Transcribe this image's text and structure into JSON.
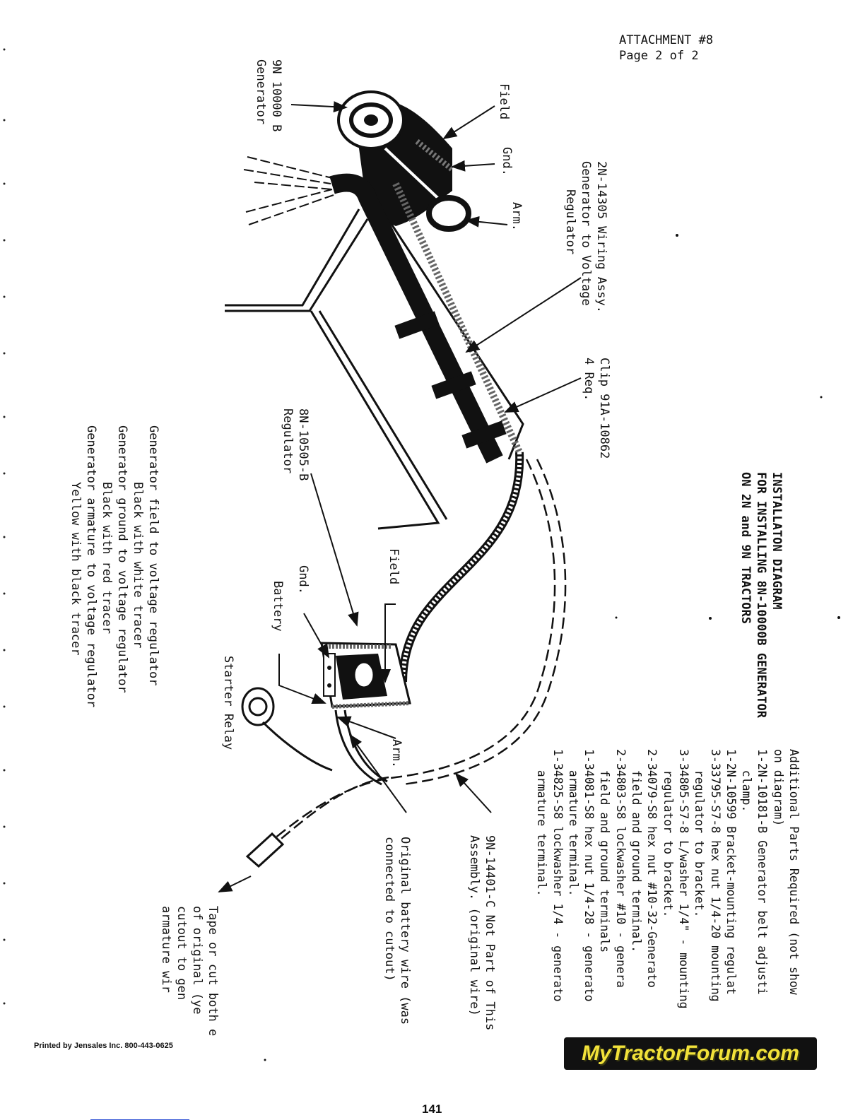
{
  "header": {
    "attachment": "ATTACHMENT #8",
    "page_of": "Page 2 of 2"
  },
  "title": {
    "line1": "INSTALLATON DIAGRAM",
    "line2": "FOR INSTALLING 8N-10000B GENERATOR",
    "line3": "ON 2N and 9N TRACTORS"
  },
  "labels": {
    "generator_line1": "9N 10000 B",
    "generator_line2": "Generator",
    "field_top": "Field",
    "gnd_top": "Gnd.",
    "arm_top": "Arm.",
    "wiring_line1": "2N-14305 Wiring Assy.",
    "wiring_line2": "Generator to Voltage",
    "wiring_line3": "Regulator",
    "clip_line1": "Clip 91A-10862",
    "clip_line2": "4 Req.",
    "regulator_line1": "8N-10505-B",
    "regulator_line2": "Regulator",
    "field_reg": "Field",
    "gnd_reg": "Gnd.",
    "battery_reg": "Battery",
    "arm_reg": "Arm.",
    "starter_relay": "Starter Relay",
    "not_part_line1": "9N-14401-C Not Part of This",
    "not_part_line2": "Assembly. (original wire)",
    "original_line1": "Original battery wire (was",
    "original_line2": "connected to cutout)",
    "tape_line1": "Tape or cut both e",
    "tape_line2": "of original (ye",
    "tape_line3": "cutout to gen",
    "tape_line4": "armature wir"
  },
  "color_legend": {
    "line1": "Generator field to voltage regulator",
    "line2": "Black with white tracer",
    "line3": "Generator ground to voltage regulator",
    "line4": "Black with red tracer",
    "line5": "Generator armature to voltage regulator",
    "line6": "Yellow with black tracer"
  },
  "parts_list": {
    "line1": "Additional Parts Required (not show",
    "line2": "on diagram)",
    "line3": "1-2N-10181-B Generator belt adjusti",
    "line4": "   clamp.",
    "line5": "1-2N-10599 Bracket-mounting regulat",
    "line6": "3-33795-S7-8 hex nut 1/4-20 mounting",
    "line7": "   regulator to bracket.",
    "line8": "3-34805-S7-8 L/washer 1/4\" - mounting",
    "line9": "   regulator to bracket.",
    "line10": "2-34079-S8 hex nut #10-32-Generato",
    "line11": "   field and ground terminal.",
    "line12": "2-34803-S8 lockwasher #10 - genera",
    "line13": "   field and ground terminals",
    "line14": "1-34081-S8 hex nut 1/4-28 - generato",
    "line15": "   armature terminal.",
    "line16": "1-34825-S8 lockwasher 1/4 - generato",
    "line17": "   armature terminal."
  },
  "footer": {
    "printed_by": "Printed by Jensales Inc. 800-443-0625",
    "page_number": "141",
    "logo_text": "MyTractorForum.com"
  },
  "colors": {
    "ink": "#111111",
    "logo_bg": "#111111",
    "logo_text": "#f2e23a",
    "link_rule": "#3b5bd6"
  }
}
